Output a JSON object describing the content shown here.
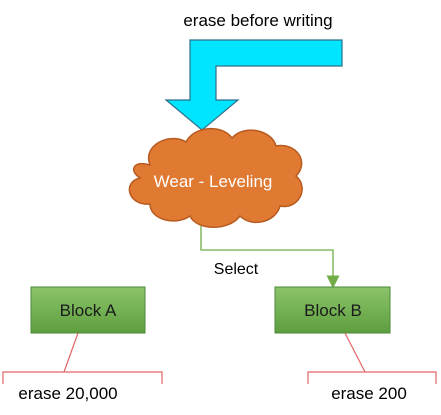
{
  "diagram": {
    "top_label": "erase before writing",
    "cloud_label": "Wear - Leveling",
    "select_label": "Select",
    "block_a": {
      "label": "Block A",
      "callout": "erase 20,000"
    },
    "block_b": {
      "label": "Block B",
      "callout": "erase 200"
    }
  },
  "colors": {
    "arrow_fill": "#00e5ff",
    "arrow_stroke": "#2f6f8a",
    "cloud_fill": "#e07a32",
    "cloud_stroke": "#b75a1f",
    "block_fill": "#6aa84f",
    "block_stroke": "#4c8a39",
    "connector": "#70ad47",
    "callout_line": "#e06666"
  }
}
